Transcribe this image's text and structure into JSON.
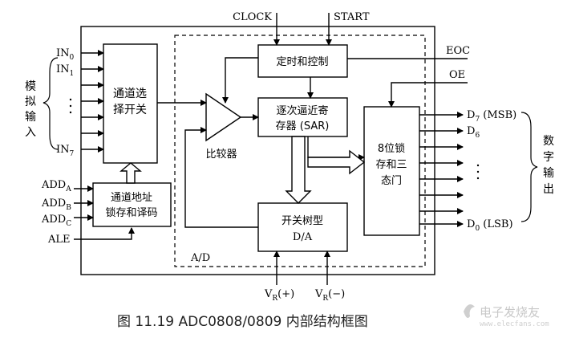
{
  "diagram": {
    "blocks": {
      "channel_switch": [
        "通道选",
        "择开关"
      ],
      "addr_latch": [
        "通道地址",
        "锁存和译码"
      ],
      "timing": "定时和控制",
      "sar": [
        "逐次逼近寄",
        "存器 (SAR)"
      ],
      "comparator": "比较器",
      "resistor_tree": [
        "开关树型",
        "D/A"
      ],
      "latch_tristate": [
        "8位锁",
        "存和三",
        "态门"
      ],
      "ad_region": "A/D"
    },
    "signals": {
      "clock": "CLOCK",
      "start": "START",
      "eoc": "EOC",
      "oe": "OE",
      "ale": "ALE",
      "in0": {
        "main": "IN",
        "sub": "0"
      },
      "in1": {
        "main": "IN",
        "sub": "1"
      },
      "in7": {
        "main": "IN",
        "sub": "7"
      },
      "add_a": {
        "main": "ADD",
        "sub": "A"
      },
      "add_b": {
        "main": "ADD",
        "sub": "B"
      },
      "add_c": {
        "main": "ADD",
        "sub": "C"
      },
      "d7": {
        "main": "D",
        "sub": "7",
        "suffix": " (MSB)"
      },
      "d6": {
        "main": "D",
        "sub": "6",
        "suffix": ""
      },
      "d0": {
        "main": "D",
        "sub": "0",
        "suffix": " (LSB)"
      },
      "vr_plus": {
        "main": "V",
        "sub": "R",
        "suffix": "(+)"
      },
      "vr_minus": {
        "main": "V",
        "sub": "R",
        "suffix": "(−)"
      }
    },
    "side_labels": {
      "analog_input": [
        "模",
        "拟",
        "输",
        "入"
      ],
      "digital_output": [
        "数",
        "字",
        "输",
        "出"
      ]
    }
  },
  "caption": "图 11.19   ADC0808/0809 内部结构框图",
  "watermark": {
    "main": "电子发烧友",
    "url": "www.elecfans.com"
  }
}
